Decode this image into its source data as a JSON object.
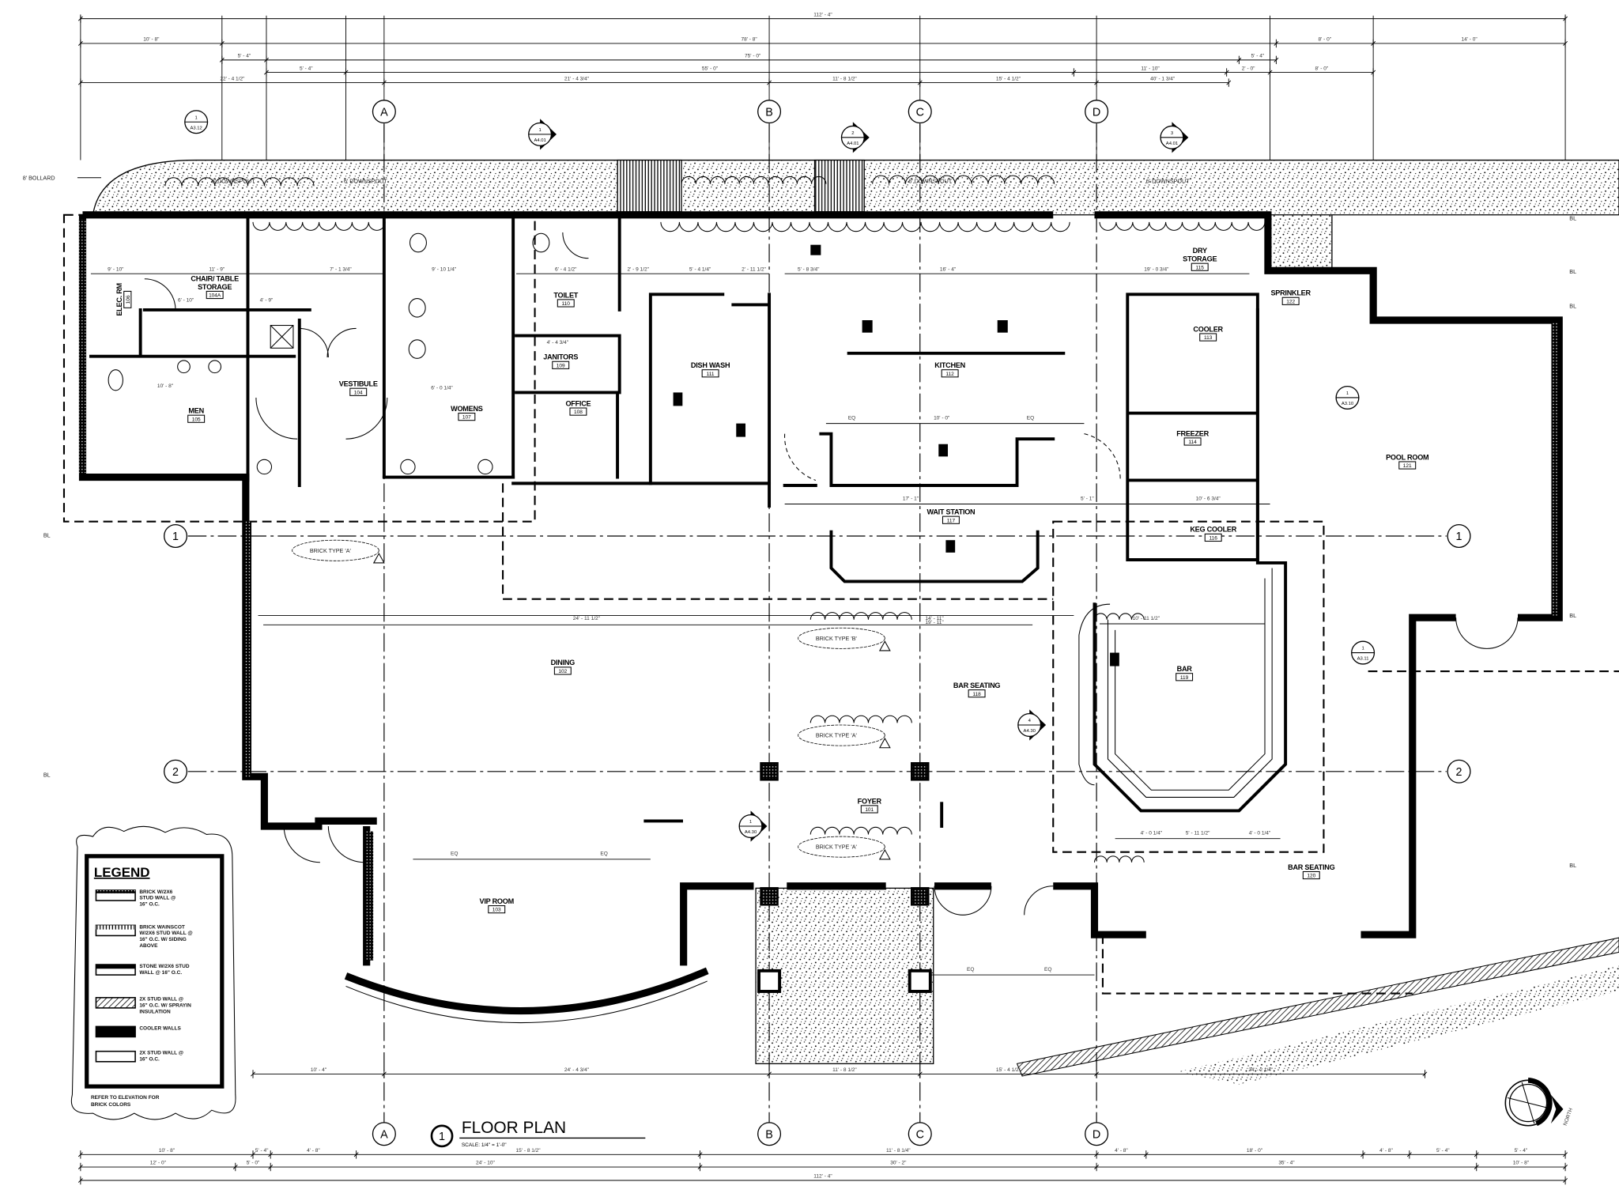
{
  "title": {
    "number": "1",
    "label": "FLOOR PLAN",
    "scale": "SCALE: 1/4\" = 1'-0\""
  },
  "grid": {
    "columns": [
      "A",
      "B",
      "C",
      "D"
    ],
    "rows": [
      "1",
      "2"
    ]
  },
  "rooms": [
    {
      "name": "CHAIR/ TABLE",
      "name2": "STORAGE",
      "number": "104A"
    },
    {
      "name": "ELEC. RM",
      "number": "106"
    },
    {
      "name": "MEN",
      "number": "105"
    },
    {
      "name": "VESTIBULE",
      "number": "104"
    },
    {
      "name": "WOMENS",
      "number": "107"
    },
    {
      "name": "TOILET",
      "number": "110"
    },
    {
      "name": "JANITORS",
      "number": "109"
    },
    {
      "name": "OFFICE",
      "number": "108"
    },
    {
      "name": "DISH WASH",
      "number": "111"
    },
    {
      "name": "KITCHEN",
      "number": "112"
    },
    {
      "name": "DRY",
      "name2": "STORAGE",
      "number": "115"
    },
    {
      "name": "SPRINKLER",
      "number": "122"
    },
    {
      "name": "COOLER",
      "number": "113"
    },
    {
      "name": "FREEZER",
      "number": "114"
    },
    {
      "name": "KEG COOLER",
      "number": "116"
    },
    {
      "name": "POOL ROOM",
      "number": "121"
    },
    {
      "name": "WAIT STATION",
      "number": "117"
    },
    {
      "name": "DINING",
      "number": "102"
    },
    {
      "name": "BAR SEATING",
      "number": "118"
    },
    {
      "name": "BAR",
      "number": "119"
    },
    {
      "name": "FOYER",
      "number": "101"
    },
    {
      "name": "VIP ROOM",
      "number": "103"
    },
    {
      "name": "BAR SEATING",
      "number": "120"
    }
  ],
  "dimensions": {
    "top_1": [
      "112' - 4\""
    ],
    "top_2": [
      "10' - 8\"",
      "78' - 8\"",
      "8' - 0\"",
      "14' - 0\""
    ],
    "top_3": [
      "5' - 4\"",
      "75' - 0\"",
      "5' - 4\""
    ],
    "top_4": [
      "5' - 4\"",
      "55' - 0\"",
      "11' - 10\"",
      "2' - 0\"",
      "8' - 0\""
    ],
    "top_5": [
      "22' - 4 1/2\"",
      "21' - 4 3/4\"",
      "11' - 8 1/2\"",
      "15' - 4 1/2\"",
      "40' - 1 3/4\""
    ],
    "bottom_1": [
      "10' - 4\"",
      "24' - 4 3/4\"",
      "11' - 8 1/2\"",
      "15' - 4 1/2\"",
      "24' - 2 1/4\""
    ],
    "bottom_2": [
      "10' - 8\"",
      "5' - 4\"",
      "4' - 8\"",
      "15' - 8 1/2\"",
      "11' - 8 1/4\"",
      "4' - 8\"",
      "18' - 0\"",
      "4' - 8\"",
      "5' - 4\"",
      "5' - 4\""
    ],
    "bottom_3": [
      "12' - 0\"",
      "5' - 0\"",
      "24' - 10\"",
      "30' - 2\"",
      "35' - 4\"",
      "10' - 8\""
    ],
    "bottom_4": [
      "112' - 4\""
    ],
    "interior": [
      "9' - 10\"",
      "11' - 9\"",
      "7' - 1 3/4\"",
      "9' - 10 1/4\"",
      "6' - 4 1/2\"",
      "6' - 10\"",
      "4' - 9\"",
      "10' - 8\"",
      "6' - 0 1/4\"",
      "4' - 4 3/4\"",
      "2' - 9 1/2\"",
      "5' - 4 1/4\"",
      "2' - 11 1/2\"",
      "5' - 8 3/4\"",
      "16' - 4\"",
      "19' - 0 3/4\"",
      "EQ",
      "10' - 0\"",
      "EQ",
      "17' - 1\"",
      "5' - 1\"",
      "10' - 6 3/4\"",
      "24' - 11 1/2\"",
      "14' - 11\"",
      "19' - 11\"",
      "10' - 11 1/2\"",
      "4' - 0 1/4\"",
      "5' - 11 1/2\"",
      "4' - 0 1/4\"",
      "EQ",
      "EQ",
      "EQ",
      "EQ"
    ]
  },
  "section_tags": [
    {
      "num": "1",
      "sheet": "A3.12"
    },
    {
      "num": "1",
      "sheet": "A4.01"
    },
    {
      "num": "2",
      "sheet": "A4.01"
    },
    {
      "num": "3",
      "sheet": "A4.01"
    },
    {
      "num": "1",
      "sheet": "A3.10"
    },
    {
      "num": "1",
      "sheet": "A3.11"
    },
    {
      "num": "4",
      "sheet": "A4.30"
    },
    {
      "num": "1",
      "sheet": "A4.30"
    }
  ],
  "annotations": {
    "bollard": "8' BOLLARD",
    "downspouts": [
      "6' DOWNSPOUT",
      "6' DOWNSPOUT",
      "6' DOWNSPOUT",
      "6' DOWNSPOUT"
    ],
    "brick_tags": [
      "BRICK TYPE 'A'",
      "BRICK TYPE 'B'",
      "BRICK TYPE 'A'",
      "BRICK TYPE 'A'"
    ],
    "bl": "BL"
  },
  "legend": {
    "title": "LEGEND",
    "items": [
      {
        "lines": [
          "BRICK W/2X6",
          "STUD WALL @",
          "16\" O.C."
        ],
        "pattern": "brick"
      },
      {
        "lines": [
          "BRICK WAINSCOT",
          "W/2X6 STUD WALL @",
          "16\" O.C. W/ SIDING",
          "ABOVE"
        ],
        "pattern": "wainscot"
      },
      {
        "lines": [
          "STONE W/2X6 STUD",
          "WALL @ 16\" O.C."
        ],
        "pattern": "stone"
      },
      {
        "lines": [
          "2X STUD WALL @",
          "16\" O.C. W/ SPRAYIN",
          "INSULATION"
        ],
        "pattern": "insulated"
      },
      {
        "lines": [
          "COOLER WALLS"
        ],
        "pattern": "cooler"
      },
      {
        "lines": [
          "2X STUD WALL @",
          "16\" O.C."
        ],
        "pattern": "plain"
      }
    ],
    "note": [
      "REFER TO ELEVATION FOR",
      "BRICK COLORS"
    ]
  },
  "north_label": "NORTH",
  "colors": {
    "ink": "#000000",
    "paper": "#ffffff"
  }
}
